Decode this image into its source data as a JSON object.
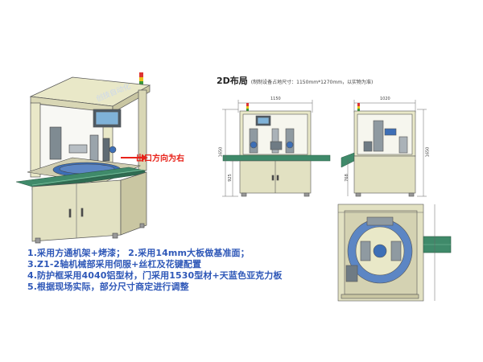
{
  "layout_title": "2D布局",
  "layout_subtitle": "(制制设备占地尺寸：1150mm*1270mm，以实物为准)",
  "exit_direction_label": "出口方向为右",
  "watermark": "创技自动化",
  "dimensions": {
    "front_width": "1150",
    "front_height": "1650",
    "front_table_height": "925",
    "side_width": "1020",
    "side_height": "1650",
    "side_table_height": "768"
  },
  "notes": [
    "1.采用方通机架+烤漆；  2.采用14mm大板做基准面；",
    "3.Z1-2轴机械部采用伺服+丝杠及花键配置",
    "4.防护框采用4040铝型材，门采用1530型材+天蓝色亚克力板",
    "5.根据现场实际，部分尺寸商定进行调整"
  ],
  "colors": {
    "frame": "#e9e8c8",
    "frame_dark": "#c9c6a2",
    "cabinet": "#e2e1c2",
    "outline": "#555555",
    "conveyor_green": "#3f8a6a",
    "accent_blue": "#3d6fb6",
    "note_blue": "#2f58b8",
    "label_red": "#e8231a"
  }
}
